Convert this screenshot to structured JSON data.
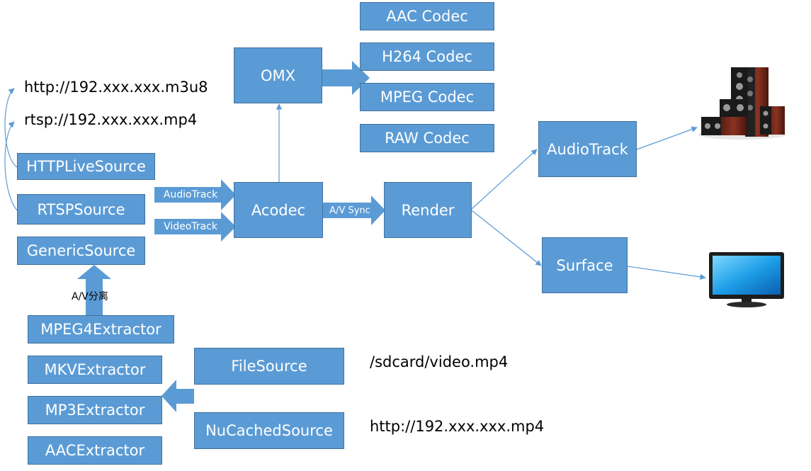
{
  "colors": {
    "box_fill": "#5b9bd5",
    "box_border": "#41719c",
    "connector": "#5b9bd5",
    "label_text": "#ffffff"
  },
  "boxes": {
    "aac_codec": "AAC Codec",
    "h264_codec": "H264 Codec",
    "mpeg_codec": "MPEG Codec",
    "raw_codec": "RAW Codec",
    "omx": "OMX",
    "acodec": "Acodec",
    "render": "Render",
    "audiotrack": "AudioTrack",
    "surface": "Surface",
    "httplivesource": "HTTPLiveSource",
    "rtspsource": "RTSPSource",
    "genericsource": "GenericSource",
    "mpeg4extractor": "MPEG4Extractor",
    "mkvextractor": "MKVExtractor",
    "mp3extractor": "MP3Extractor",
    "aacextractor": "AACExtractor",
    "filesource": "FileSource",
    "nucachedsource": "NuCachedSource"
  },
  "labels": {
    "url_m3u8": "http://192.xxx.xxx.m3u8",
    "url_rtsp": "rtsp://192.xxx.xxx.mp4",
    "path_sdcard": "/sdcard/video.mp4",
    "url_http_mp4": "http://192.xxx.xxx.mp4",
    "av_demux": "A/V分离"
  },
  "arrow_labels": {
    "audiotrack": "AudioTrack",
    "videotrack": "VideoTrack",
    "av_sync": "A/V Sync"
  },
  "icons": {
    "speakers": "speaker-system-icon",
    "monitor": "monitor-icon"
  }
}
